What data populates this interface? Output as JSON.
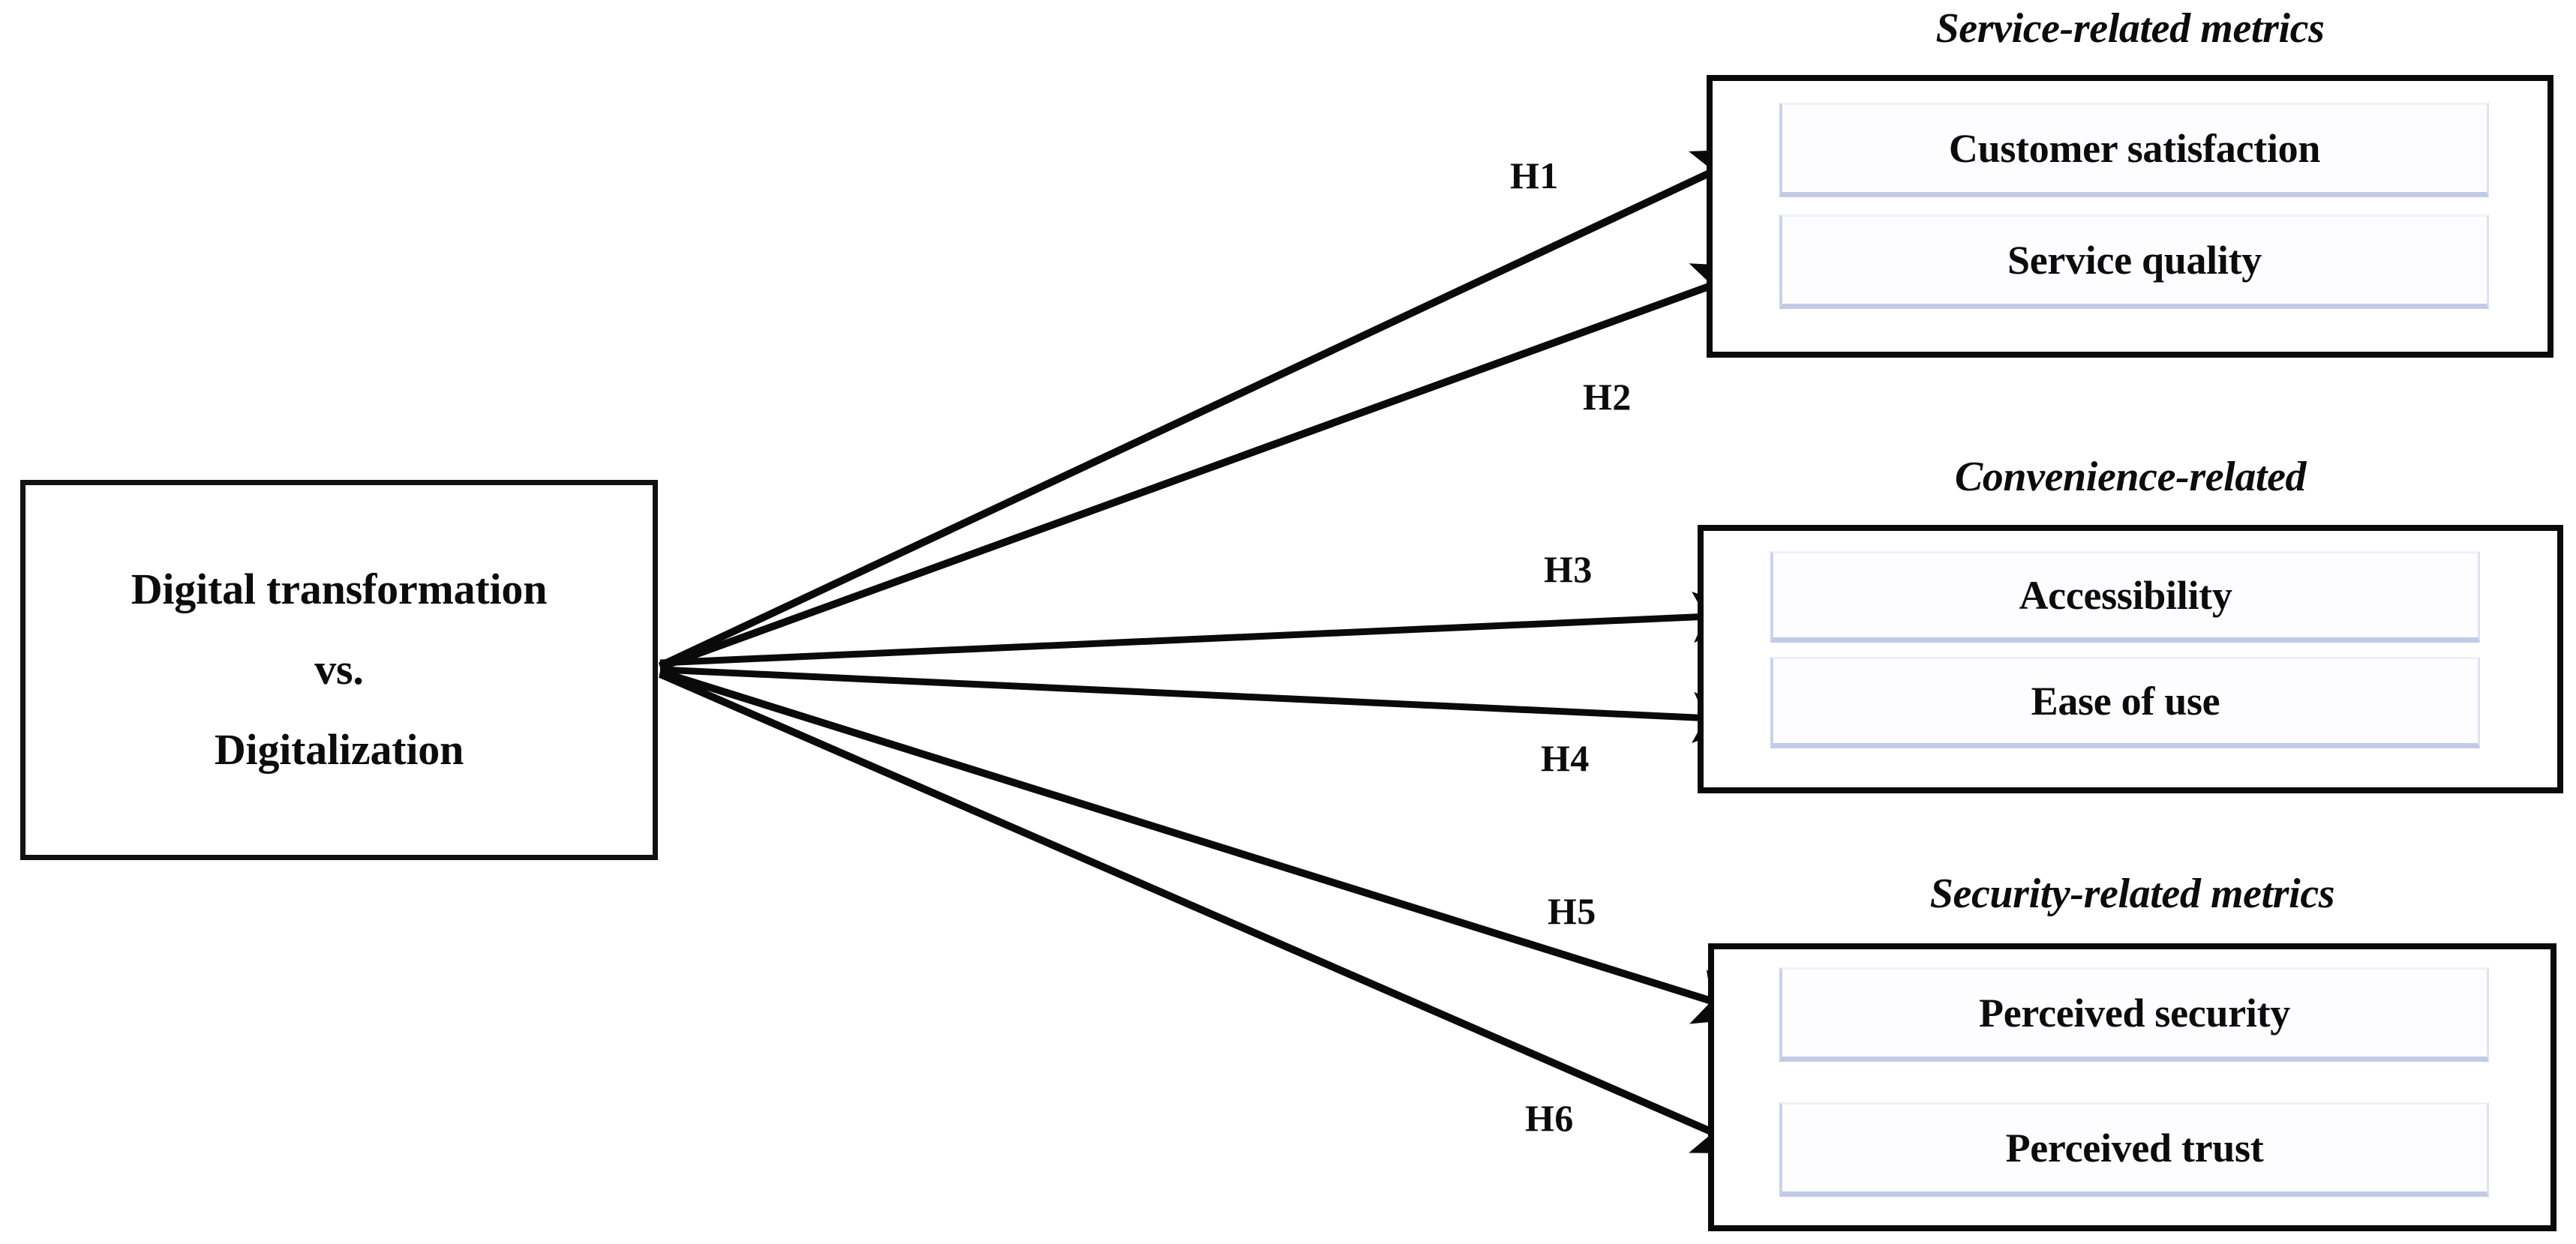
{
  "diagram": {
    "type": "conceptual-research-model",
    "source": {
      "lines": [
        "Digital transformation",
        "vs.",
        "Digitalization"
      ]
    },
    "groups": [
      {
        "id": "service",
        "title": "Service-related metrics",
        "metrics": [
          "Customer satisfaction",
          "Service quality"
        ]
      },
      {
        "id": "convenience",
        "title": "Convenience-related",
        "metrics": [
          "Accessibility",
          "Ease of use"
        ]
      },
      {
        "id": "security",
        "title": "Security-related metrics",
        "metrics": [
          "Perceived security",
          "Perceived trust"
        ]
      }
    ],
    "hypotheses": [
      {
        "id": "h1",
        "label": "H1",
        "target": "Customer satisfaction"
      },
      {
        "id": "h2",
        "label": "H2",
        "target": "Service quality"
      },
      {
        "id": "h3",
        "label": "H3",
        "target": "Accessibility"
      },
      {
        "id": "h4",
        "label": "H4",
        "target": "Ease of use"
      },
      {
        "id": "h5",
        "label": "H5",
        "target": "Perceived security"
      },
      {
        "id": "h6",
        "label": "H6",
        "target": "Perceived trust"
      }
    ],
    "colors": {
      "outline": "#0a0a0a",
      "metric_border": "#c2cbe6",
      "background": "#ffffff",
      "text": "#0c0c0c"
    }
  }
}
